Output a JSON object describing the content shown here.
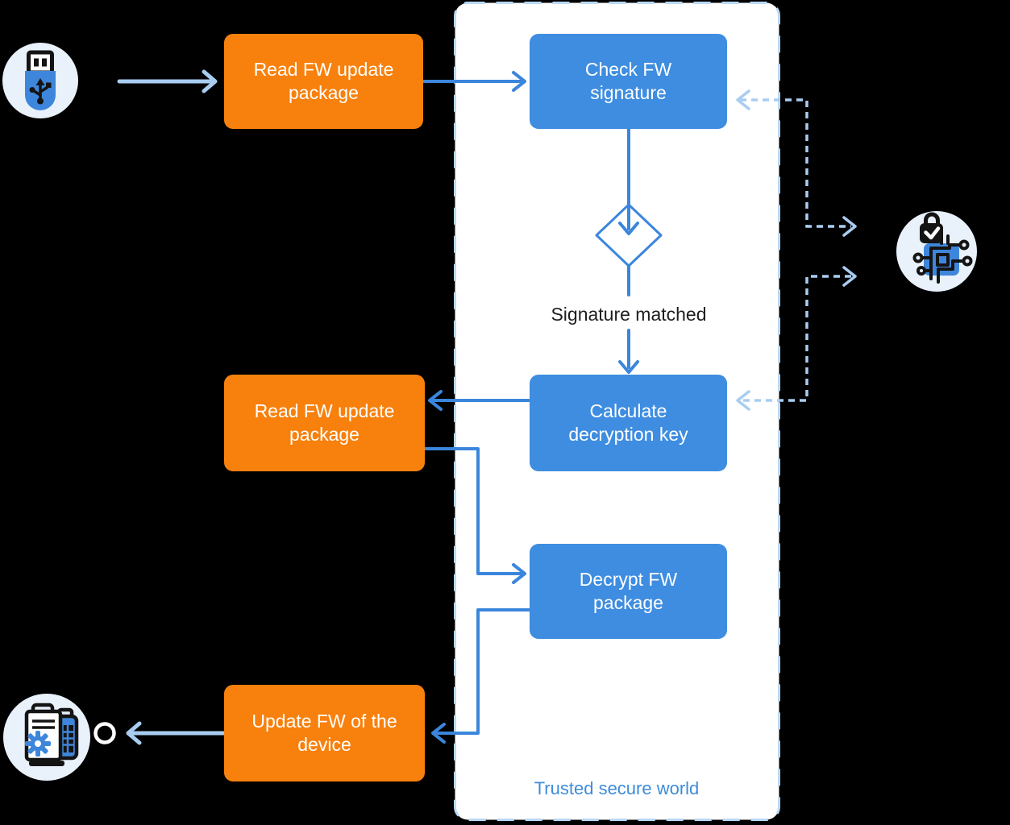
{
  "diagram": {
    "background": "#000000",
    "container": {
      "label": "Trusted secure world"
    },
    "nodes": {
      "read_fw_1": {
        "label": "Read FW update package",
        "color": "orange"
      },
      "check_signature": {
        "label": "Check FW signature",
        "color": "blue"
      },
      "calculate_key": {
        "label": "Calculate decryption key",
        "color": "blue"
      },
      "read_fw_2": {
        "label": "Read FW update package",
        "color": "orange"
      },
      "decrypt_fw": {
        "label": "Decrypt FW package",
        "color": "blue"
      },
      "update_fw": {
        "label": "Update FW of the device",
        "color": "orange"
      }
    },
    "edge_labels": {
      "signature_matched": "Signature matched"
    },
    "icons": {
      "usb": "usb-flash-drive-icon",
      "secure_chip": "secure-element-chip-icon",
      "device": "device-firmware-icon"
    },
    "colors": {
      "orange_node": "#F8800C",
      "blue_node": "#3E8DE0",
      "connector": "#3B86DC",
      "connector_light": "#A9CDF1",
      "container_border": "#B9D9F6",
      "container_fill": "#FFFFFF",
      "container_label": "#3E8CDB",
      "icon_bubble": "#E9F1FB",
      "icon_blue": "#3E86DB",
      "edge_label_text": "#1E1E20",
      "node_text": "#FFFFFF"
    }
  }
}
